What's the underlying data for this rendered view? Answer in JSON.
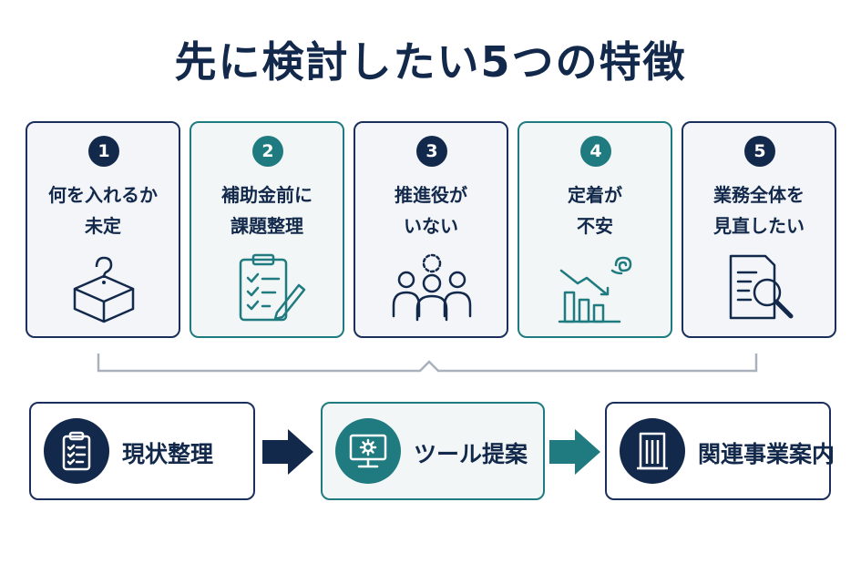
{
  "title": "先に検討したい5つの特徴",
  "colors": {
    "navy": "#13294b",
    "teal": "#1f7b80",
    "card_bg": "#f3f5f8"
  },
  "cards": [
    {
      "number": "1",
      "line1": "何を入れるか",
      "line2": "未定",
      "icon": "question-box-icon",
      "accent": "navy"
    },
    {
      "number": "2",
      "line1": "補助金前に",
      "line2": "課題整理",
      "icon": "clipboard-checklist-pencil-icon",
      "accent": "teal"
    },
    {
      "number": "3",
      "line1": "推進役が",
      "line2": "いない",
      "icon": "people-missing-leader-icon",
      "accent": "navy"
    },
    {
      "number": "4",
      "line1": "定着が",
      "line2": "不安",
      "icon": "declining-chart-confused-icon",
      "accent": "teal"
    },
    {
      "number": "5",
      "line1": "業務全体を",
      "line2": "見直したい",
      "icon": "document-magnifier-icon",
      "accent": "navy"
    }
  ],
  "steps": [
    {
      "label": "現状整理",
      "icon": "clipboard-icon",
      "accent": "navy"
    },
    {
      "label": "ツール提案",
      "icon": "monitor-gear-icon",
      "accent": "teal"
    },
    {
      "label": "関連事業案内",
      "icon": "building-icon",
      "accent": "navy"
    }
  ]
}
